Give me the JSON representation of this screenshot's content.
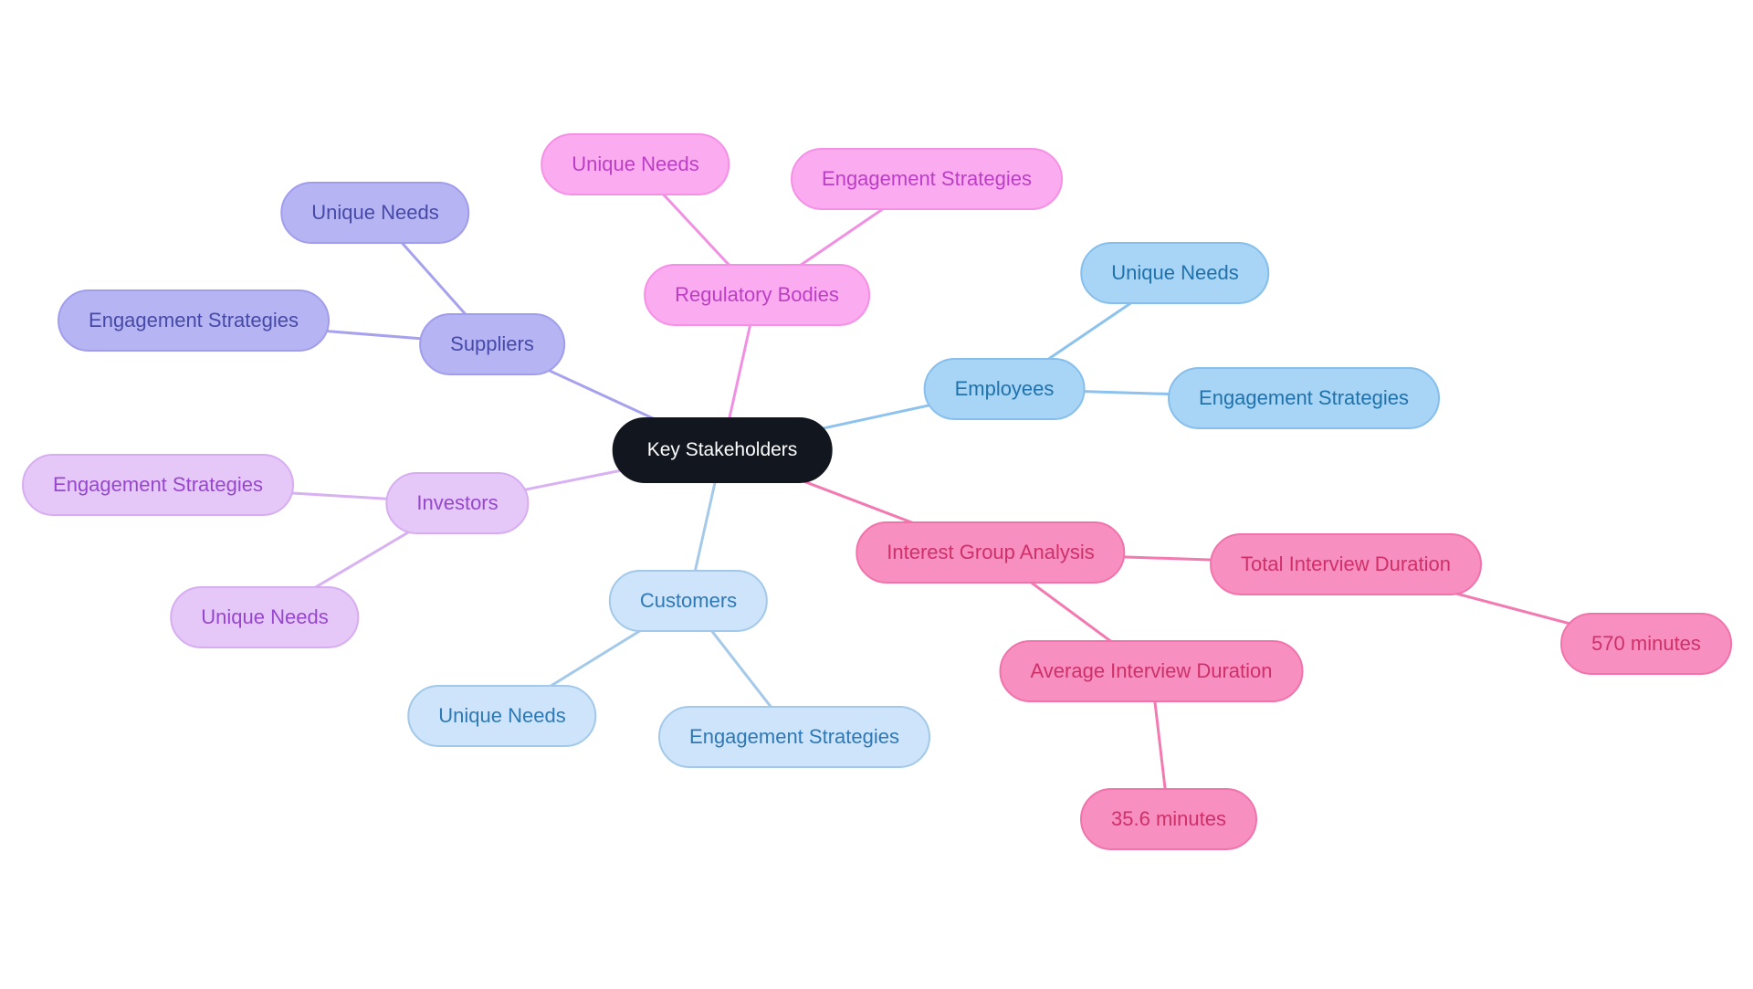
{
  "diagram": {
    "type": "mindmap",
    "background": "#ffffff"
  },
  "mindmap": {
    "root": {
      "label": "Key Stakeholders",
      "fill": "#12161f",
      "text_color": "#ffffff"
    },
    "branches": [
      {
        "label": "Suppliers",
        "fill": "#b7b4f3",
        "border": "#a19ded",
        "text_color": "#4549a8",
        "edge_color": "#a19ded",
        "children": [
          {
            "label": "Unique Needs"
          },
          {
            "label": "Engagement Strategies"
          }
        ]
      },
      {
        "label": "Regulatory Bodies",
        "fill": "#fbabf0",
        "border": "#f590e6",
        "text_color": "#bb3fc4",
        "edge_color": "#f08ae2",
        "children": [
          {
            "label": "Unique Needs"
          },
          {
            "label": "Engagement Strategies"
          }
        ]
      },
      {
        "label": "Employees",
        "fill": "#a8d4f5",
        "border": "#86bfec",
        "text_color": "#1f72ab",
        "edge_color": "#86bfec",
        "children": [
          {
            "label": "Unique Needs"
          },
          {
            "label": "Engagement Strategies"
          }
        ]
      },
      {
        "label": "Investors",
        "fill": "#e6c8f8",
        "border": "#d6adf1",
        "text_color": "#9747cd",
        "edge_color": "#d6adf1",
        "children": [
          {
            "label": "Engagement Strategies"
          },
          {
            "label": "Unique Needs"
          }
        ]
      },
      {
        "label": "Customers",
        "fill": "#cde4fa",
        "border": "#a3c9ea",
        "text_color": "#2e79b5",
        "edge_color": "#9fc6e8",
        "children": [
          {
            "label": "Unique Needs"
          },
          {
            "label": "Engagement Strategies"
          }
        ]
      },
      {
        "label": "Interest Group Analysis",
        "fill": "#f78fc0",
        "border": "#f173ac",
        "text_color": "#cf3068",
        "edge_color": "#f173ac",
        "children": [
          {
            "label": "Total Interview Duration",
            "children": [
              {
                "label": "570 minutes"
              }
            ]
          },
          {
            "label": "Average Interview Duration",
            "children": [
              {
                "label": "35.6 minutes"
              }
            ]
          }
        ]
      }
    ]
  }
}
